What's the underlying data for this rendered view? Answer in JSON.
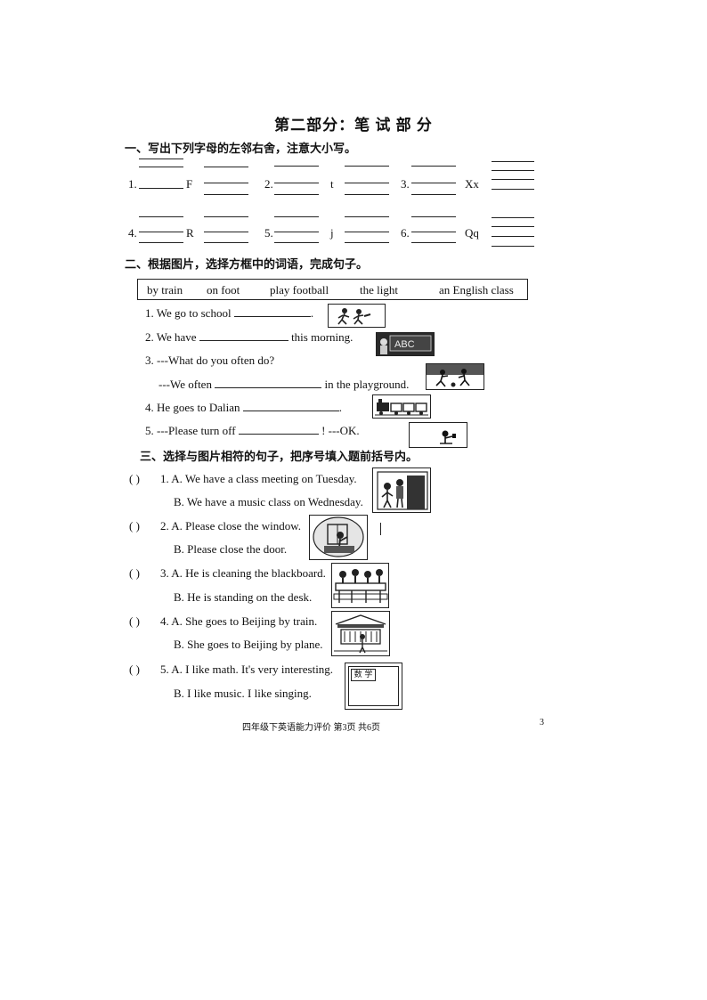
{
  "title": "第二部分：笔 试 部 分",
  "part1": {
    "heading": "一、写出下列字母的左邻右舍，注意大小写。",
    "items": [
      {
        "num": "1.",
        "letter": "F"
      },
      {
        "num": "2.",
        "letter": "t"
      },
      {
        "num": "3.",
        "letter": "Xx"
      },
      {
        "num": "4.",
        "letter": "R"
      },
      {
        "num": "5.",
        "letter": "j"
      },
      {
        "num": "6.",
        "letter": "Qq"
      }
    ]
  },
  "part2": {
    "heading": "二、根据图片，选择方框中的词语，完成句子。",
    "options": [
      "by train",
      "on foot",
      "play football",
      "the light",
      "an English class"
    ],
    "questions": [
      {
        "a": "1. We go to school",
        "b": "."
      },
      {
        "a": "2. We have",
        "b": "this morning."
      },
      {
        "a": "3. ---What do you often do?"
      },
      {
        "a": "---We often",
        "b": "in the playground."
      },
      {
        "a": "4.  He goes to Dalian",
        "b": "."
      },
      {
        "a": "5.  ---Please turn off",
        "b": "!   ---OK."
      }
    ],
    "pic_text": "ABC"
  },
  "part3": {
    "heading": "三、选择与图片相符的句子，把序号填入题前括号内。",
    "paren": "(      )",
    "items": [
      {
        "a": "1. A. We have a class meeting on Tuesday.",
        "b": "B. We have a music class on Wednesday."
      },
      {
        "a": "2. A. Please close the window.",
        "b": "B.  Please close the door."
      },
      {
        "a": "3. A. He is cleaning the blackboard.",
        "b": "B. He is standing on the desk."
      },
      {
        "a": "4. A. She goes to Beijing by train.",
        "b": "B. She goes to Beijing by plane."
      },
      {
        "a": "5. A. I like math. It's very interesting.",
        "b": "B. I like music. I like singing."
      }
    ],
    "book_text": "数 学"
  },
  "footer": {
    "text": "四年级下英语能力评价      第3页    共6页",
    "page_number": "3"
  }
}
